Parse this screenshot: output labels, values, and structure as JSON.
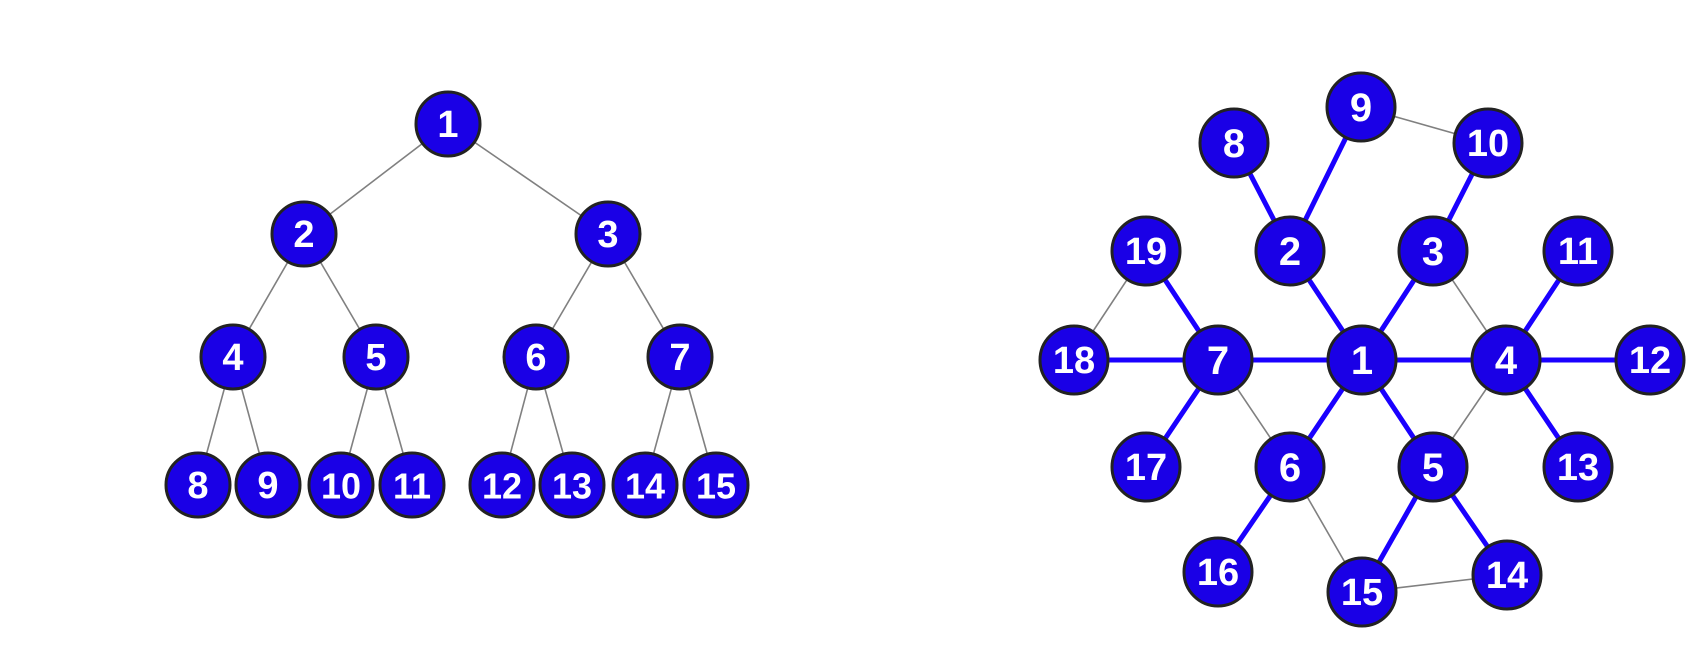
{
  "diagrams": [
    {
      "id": "binary-tree",
      "nodes": [
        "1",
        "2",
        "3",
        "4",
        "5",
        "6",
        "7",
        "8",
        "9",
        "10",
        "11",
        "12",
        "13",
        "14",
        "15"
      ],
      "thin_edges": [
        [
          "1",
          "2"
        ],
        [
          "1",
          "3"
        ],
        [
          "2",
          "4"
        ],
        [
          "2",
          "5"
        ],
        [
          "3",
          "6"
        ],
        [
          "3",
          "7"
        ],
        [
          "4",
          "8"
        ],
        [
          "4",
          "9"
        ],
        [
          "5",
          "10"
        ],
        [
          "5",
          "11"
        ],
        [
          "6",
          "12"
        ],
        [
          "6",
          "13"
        ],
        [
          "7",
          "14"
        ],
        [
          "7",
          "15"
        ]
      ],
      "bold_edges": []
    },
    {
      "id": "radial-graph",
      "nodes": [
        "1",
        "2",
        "3",
        "4",
        "5",
        "6",
        "7",
        "8",
        "9",
        "10",
        "11",
        "12",
        "13",
        "14",
        "15",
        "16",
        "17",
        "18",
        "19"
      ],
      "thin_edges": [
        [
          "9",
          "10"
        ],
        [
          "19",
          "18"
        ],
        [
          "3",
          "4"
        ],
        [
          "4",
          "5"
        ],
        [
          "7",
          "6"
        ],
        [
          "6",
          "15"
        ],
        [
          "15",
          "14"
        ]
      ],
      "bold_edges": [
        [
          "1",
          "2"
        ],
        [
          "1",
          "3"
        ],
        [
          "1",
          "4"
        ],
        [
          "1",
          "5"
        ],
        [
          "1",
          "6"
        ],
        [
          "1",
          "7"
        ],
        [
          "2",
          "8"
        ],
        [
          "2",
          "9"
        ],
        [
          "3",
          "10"
        ],
        [
          "4",
          "11"
        ],
        [
          "4",
          "12"
        ],
        [
          "4",
          "13"
        ],
        [
          "5",
          "14"
        ],
        [
          "5",
          "15"
        ],
        [
          "6",
          "16"
        ],
        [
          "7",
          "17"
        ],
        [
          "7",
          "18"
        ],
        [
          "7",
          "19"
        ]
      ]
    }
  ],
  "colors": {
    "node_fill": "#1a00e6",
    "node_stroke": "#222222",
    "label": "#ffffff",
    "thin_edge": "#808080",
    "bold_edge": "#1a00ff"
  }
}
